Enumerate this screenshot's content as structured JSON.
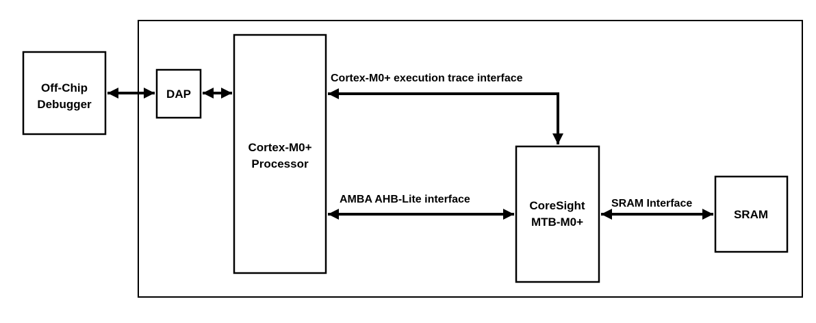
{
  "diagram": {
    "blocks": {
      "off_chip_debugger": {
        "line1": "Off-Chip",
        "line2": "Debugger"
      },
      "dap": {
        "label": "DAP"
      },
      "processor": {
        "line1": "Cortex-M0+",
        "line2": "Processor"
      },
      "coresight": {
        "line1": "CoreSight",
        "line2": "MTB-M0+"
      },
      "sram": {
        "label": "SRAM"
      }
    },
    "connections": {
      "trace_interface": "Cortex-M0+ execution trace interface",
      "ahb_interface": "AMBA AHB-Lite interface",
      "sram_interface": "SRAM Interface"
    },
    "colors": {
      "stroke": "#000000",
      "background": "#ffffff"
    }
  }
}
